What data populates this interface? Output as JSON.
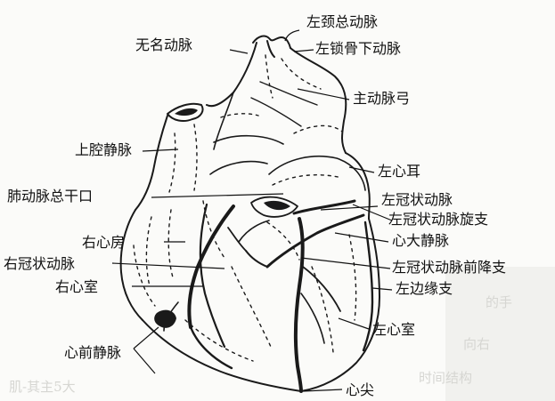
{
  "labels": {
    "innominate_artery": "无名动脉",
    "left_common_carotid": "左颈总动脉",
    "left_subclavian": "左锁骨下动脉",
    "aortic_arch": "主动脉弓",
    "svc": "上腔静脉",
    "left_auricle": "左心耳",
    "pulmonary_trunk": "肺动脉总干口",
    "left_coronary": "左冠状动脉",
    "circumflex": "左冠状动脉旋支",
    "great_cardiac_vein": "心大静脉",
    "right_atrium": "右心房",
    "right_coronary": "右冠状动脉",
    "lad": "左冠状动脉前降支",
    "right_ventricle": "右心室",
    "left_marginal": "左边缘支",
    "left_ventricle": "左心室",
    "anterior_cardiac_veins": "心前静脉",
    "apex": "心尖"
  },
  "colors": {
    "ink": "#1a1a1a",
    "paper": "#fbfbf9"
  }
}
